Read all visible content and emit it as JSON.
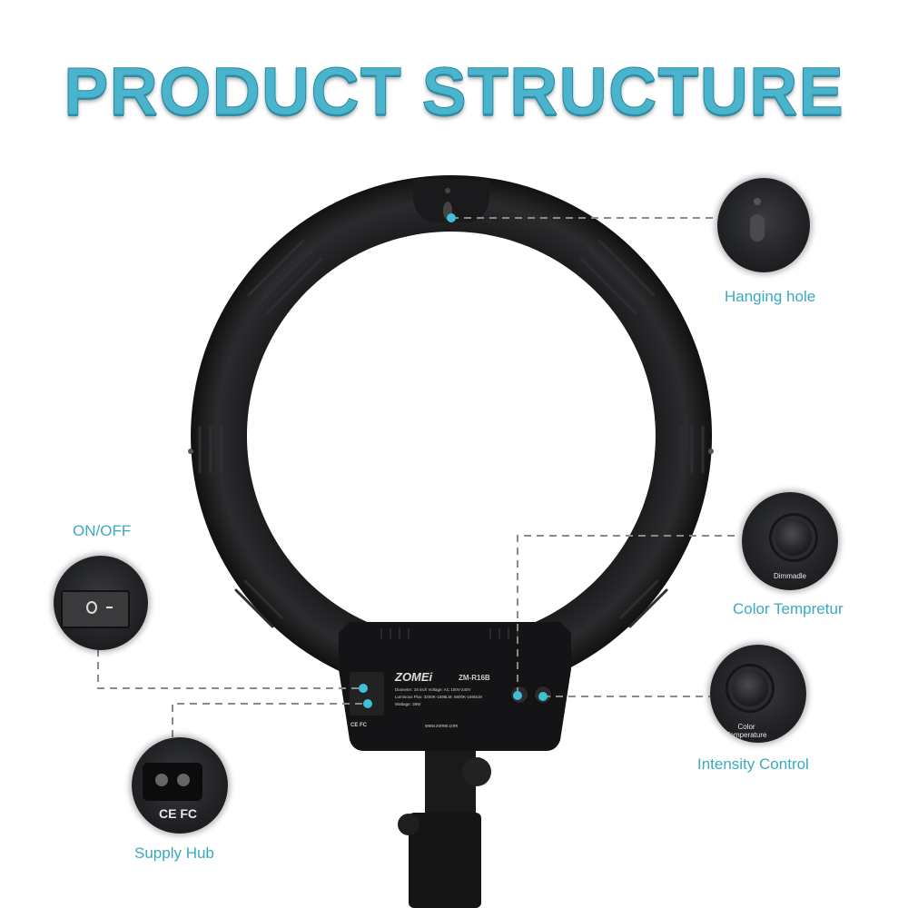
{
  "title": "PRODUCT STRUCTURE",
  "accent_color": "#4ab4cc",
  "callouts": {
    "hanging_hole": "Hanging hole",
    "on_off": "ON/OFF",
    "supply_hub": "Supply Hub",
    "color_temperature": "Color Tempretur",
    "intensity_control": "Intensity Control"
  },
  "panel": {
    "brand": "ZOMEi",
    "model": "ZM-R16B",
    "spec_line1": "Diameter: 18 inch     Voltage: AC 100V-240V",
    "spec_line2": "Luminous Flux: 3200K-1598LM, 5600K-1660LM",
    "spec_line3": "Wattage: 38W",
    "website": "www.zomei.com",
    "certs": "CE FC",
    "knob_label_left": "Dimmadle",
    "knob_label_right": "Color Temperature"
  },
  "bubble_labels": {
    "dimmer": "Dimmadle",
    "color_temp": "Color Temperature",
    "certs": "CE FC"
  }
}
